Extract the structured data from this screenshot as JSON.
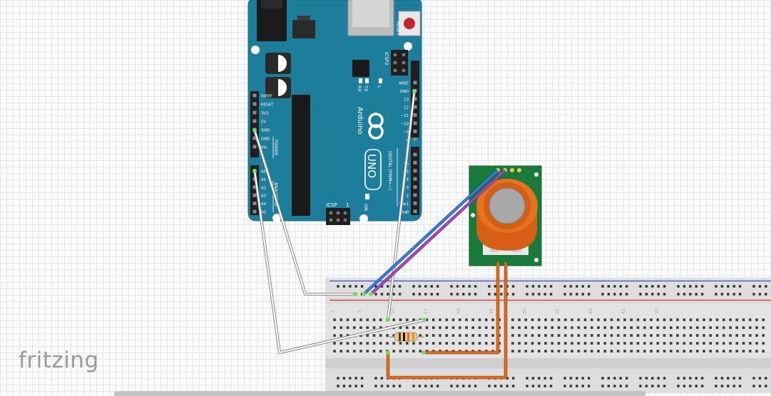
{
  "app": {
    "brand": "fritzing"
  },
  "arduino": {
    "brand_name": "Arduino",
    "model": "UNO",
    "on_label": "ON",
    "reset_label": "RESET",
    "icsp_label": "ICSP",
    "icsp2_label": "ICSP2",
    "icsp_pin1": "1",
    "tx_label": "TX",
    "rx_label": "RX",
    "l_label": "L",
    "power_header_label": "POWER",
    "analog_header_label": "ANALOG IN",
    "digital_header_label": "DIGITAL (PWM=~)",
    "power_pins": [
      "IOREF",
      "RESET",
      "3V3",
      "5V",
      "GND",
      "GND",
      "Vin"
    ],
    "analog_pins": [
      "A0",
      "A1",
      "A2",
      "A3",
      "A4",
      "A5"
    ],
    "digital_top_pins": [
      "AREF",
      "GND",
      "13",
      "12",
      "~11",
      "~10",
      "~9",
      "8"
    ],
    "digital_bottom_pins": [
      "7",
      "~6",
      "~5",
      "4",
      "~3",
      "2",
      "TX▸1",
      "RX◂0"
    ]
  },
  "breadboard": {
    "column_numbers": [
      "1",
      "5",
      "10",
      "15",
      "20",
      "25",
      "30",
      "35",
      "40",
      "45",
      "50"
    ]
  },
  "sensor": {
    "name": "gas-sensor-module"
  },
  "colors": {
    "arduino_board": "#1d7e9c",
    "wire_white": "#eeeeee",
    "wire_blue": "#2d6fd6",
    "wire_purple": "#9440a8",
    "wire_orange": "#d76419",
    "sensor_board": "#1a7a3a",
    "sensor_cap": "#e0691b"
  }
}
